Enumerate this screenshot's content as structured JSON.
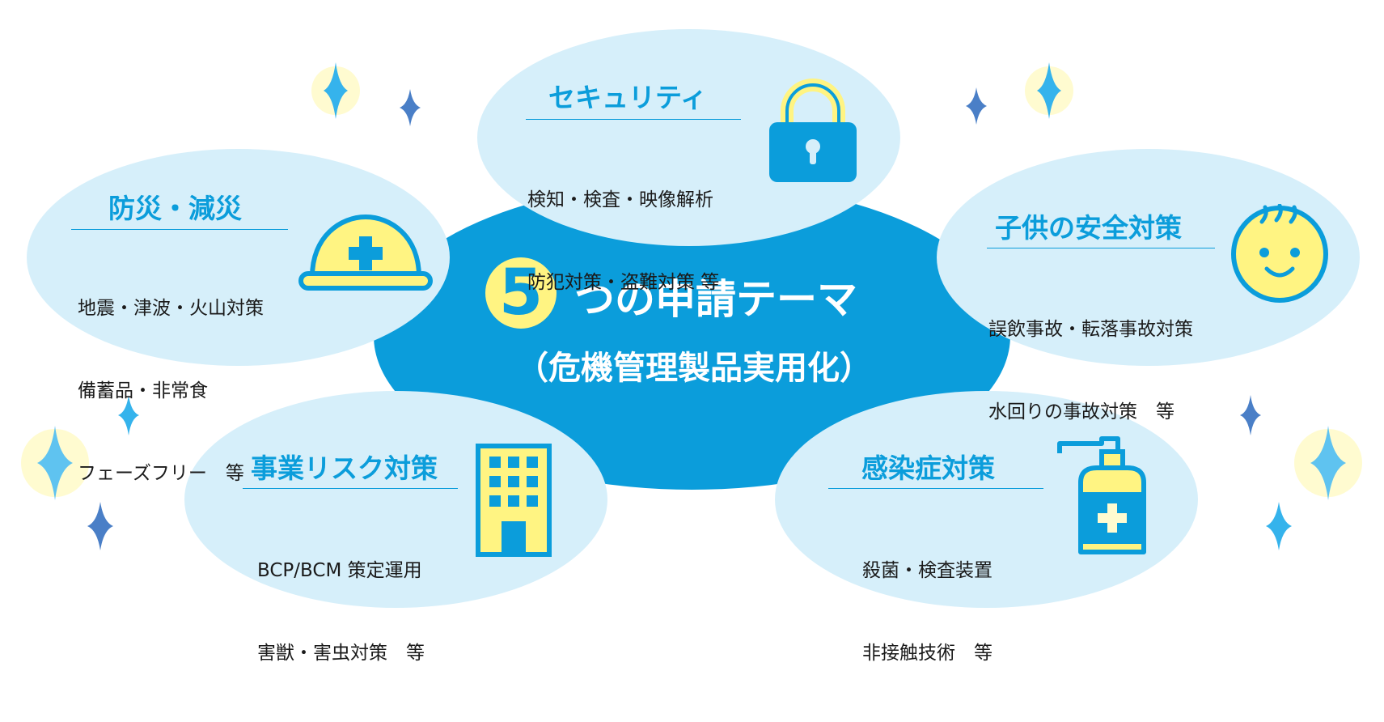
{
  "center": {
    "number": "5",
    "title": "つの申請テーマ",
    "subtitle": "（危機管理製品実用化）"
  },
  "themes": {
    "security": {
      "title": "セキュリティ",
      "lines": [
        "検知・検査・映像解析",
        "防犯対策・盗難対策 等"
      ],
      "icon": "padlock-icon"
    },
    "disaster": {
      "title": "防災・減災",
      "lines": [
        "地震・津波・火山対策",
        "備蓄品・非常食",
        "フェーズフリー　等"
      ],
      "icon": "hard-hat-icon"
    },
    "child": {
      "title": "子供の安全対策",
      "lines": [
        "誤飲事故・転落事故対策",
        "水回りの事故対策　等"
      ],
      "icon": "smiling-child-icon"
    },
    "business": {
      "title": "事業リスク対策",
      "lines": [
        "BCP/BCM 策定運用",
        "害獣・害虫対策　等"
      ],
      "icon": "office-building-icon"
    },
    "infection": {
      "title": "感染症対策",
      "lines": [
        "殺菌・検査装置",
        "非接触技術　等"
      ],
      "icon": "sanitizer-bottle-icon"
    }
  },
  "colors": {
    "primary_blue": "#0b9ddb",
    "bubble_light": "#d6effa",
    "accent_yellow": "#fff482",
    "sparkle_dark": "#4a7fc7",
    "sparkle_light": "#5fc3f0"
  }
}
